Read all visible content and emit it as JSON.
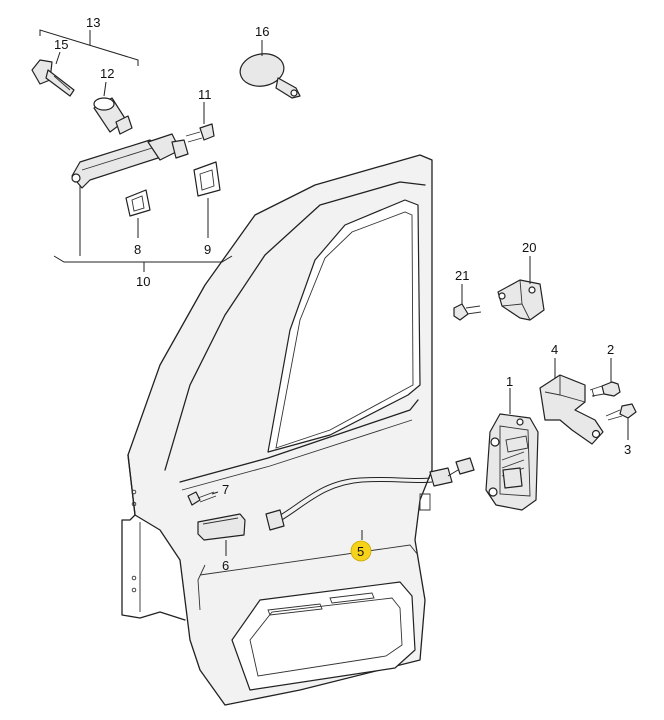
{
  "colors": {
    "line": "#222222",
    "fill_light": "#e8e8e8",
    "door_fill": "#f2f2f2",
    "highlight": "#f7d21a"
  },
  "labels": {
    "l1": "1",
    "l2": "2",
    "l3": "3",
    "l4": "4",
    "l5": "5",
    "l6": "6",
    "l7": "7",
    "l8": "8",
    "l9": "9",
    "l10": "10",
    "l11": "11",
    "l12": "12",
    "l13": "13",
    "l15": "15",
    "l16": "16",
    "l20": "20",
    "l21": "21"
  },
  "highlighted_part": "5"
}
